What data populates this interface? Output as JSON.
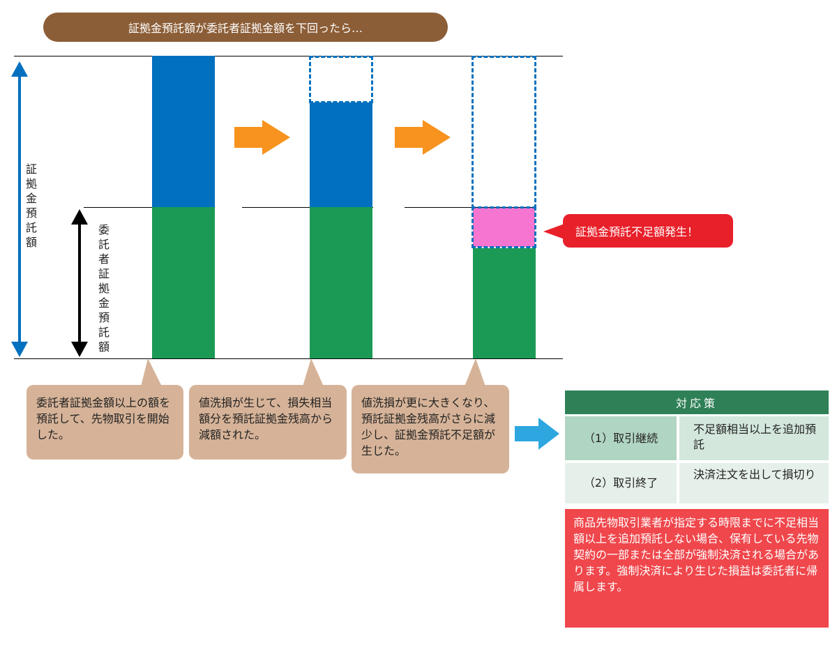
{
  "title": "証拠金預託額が委託者証拠金額を下回ったら…",
  "left_axis_label": "証拠金預託額",
  "inner_axis_label": "委託者証拠金預託額",
  "alert_label": "証拠金預託不足額発生！",
  "callouts": [
    "委託者証拠金額以上の額を預託して、先物取引を開始した。",
    "値洗損が生じて、損失相当額分を預託証拠金残高から減額された。",
    "値洗損が更に大きくなり、預託証拠金残高がさらに減少し、証拠金預託不足額が生じた。"
  ],
  "table": {
    "header": "対応策",
    "rows": [
      {
        "option": "（1）取引継続",
        "action": "不足額相当以上を追加預託"
      },
      {
        "option": "（2）取引終了",
        "action": "決済注文を出して損切り"
      }
    ]
  },
  "warning_text": "商品先物取引業者が指定する時限までに不足相当額以上を追加預託しない場合、保有している先物契約の一部または全部が強制決済される場合があります。強制決済により生じた損益は委託者に帰属します。",
  "colors": {
    "deposit": "#0070bf",
    "required_margin": "#1b9a56",
    "shortfall": "#f575d0",
    "step_arrow": "#f7931e",
    "result_arrow": "#2ea7e0",
    "alert": "#e8202a",
    "table_header": "#2f8057",
    "warning": "#ef474c"
  }
}
